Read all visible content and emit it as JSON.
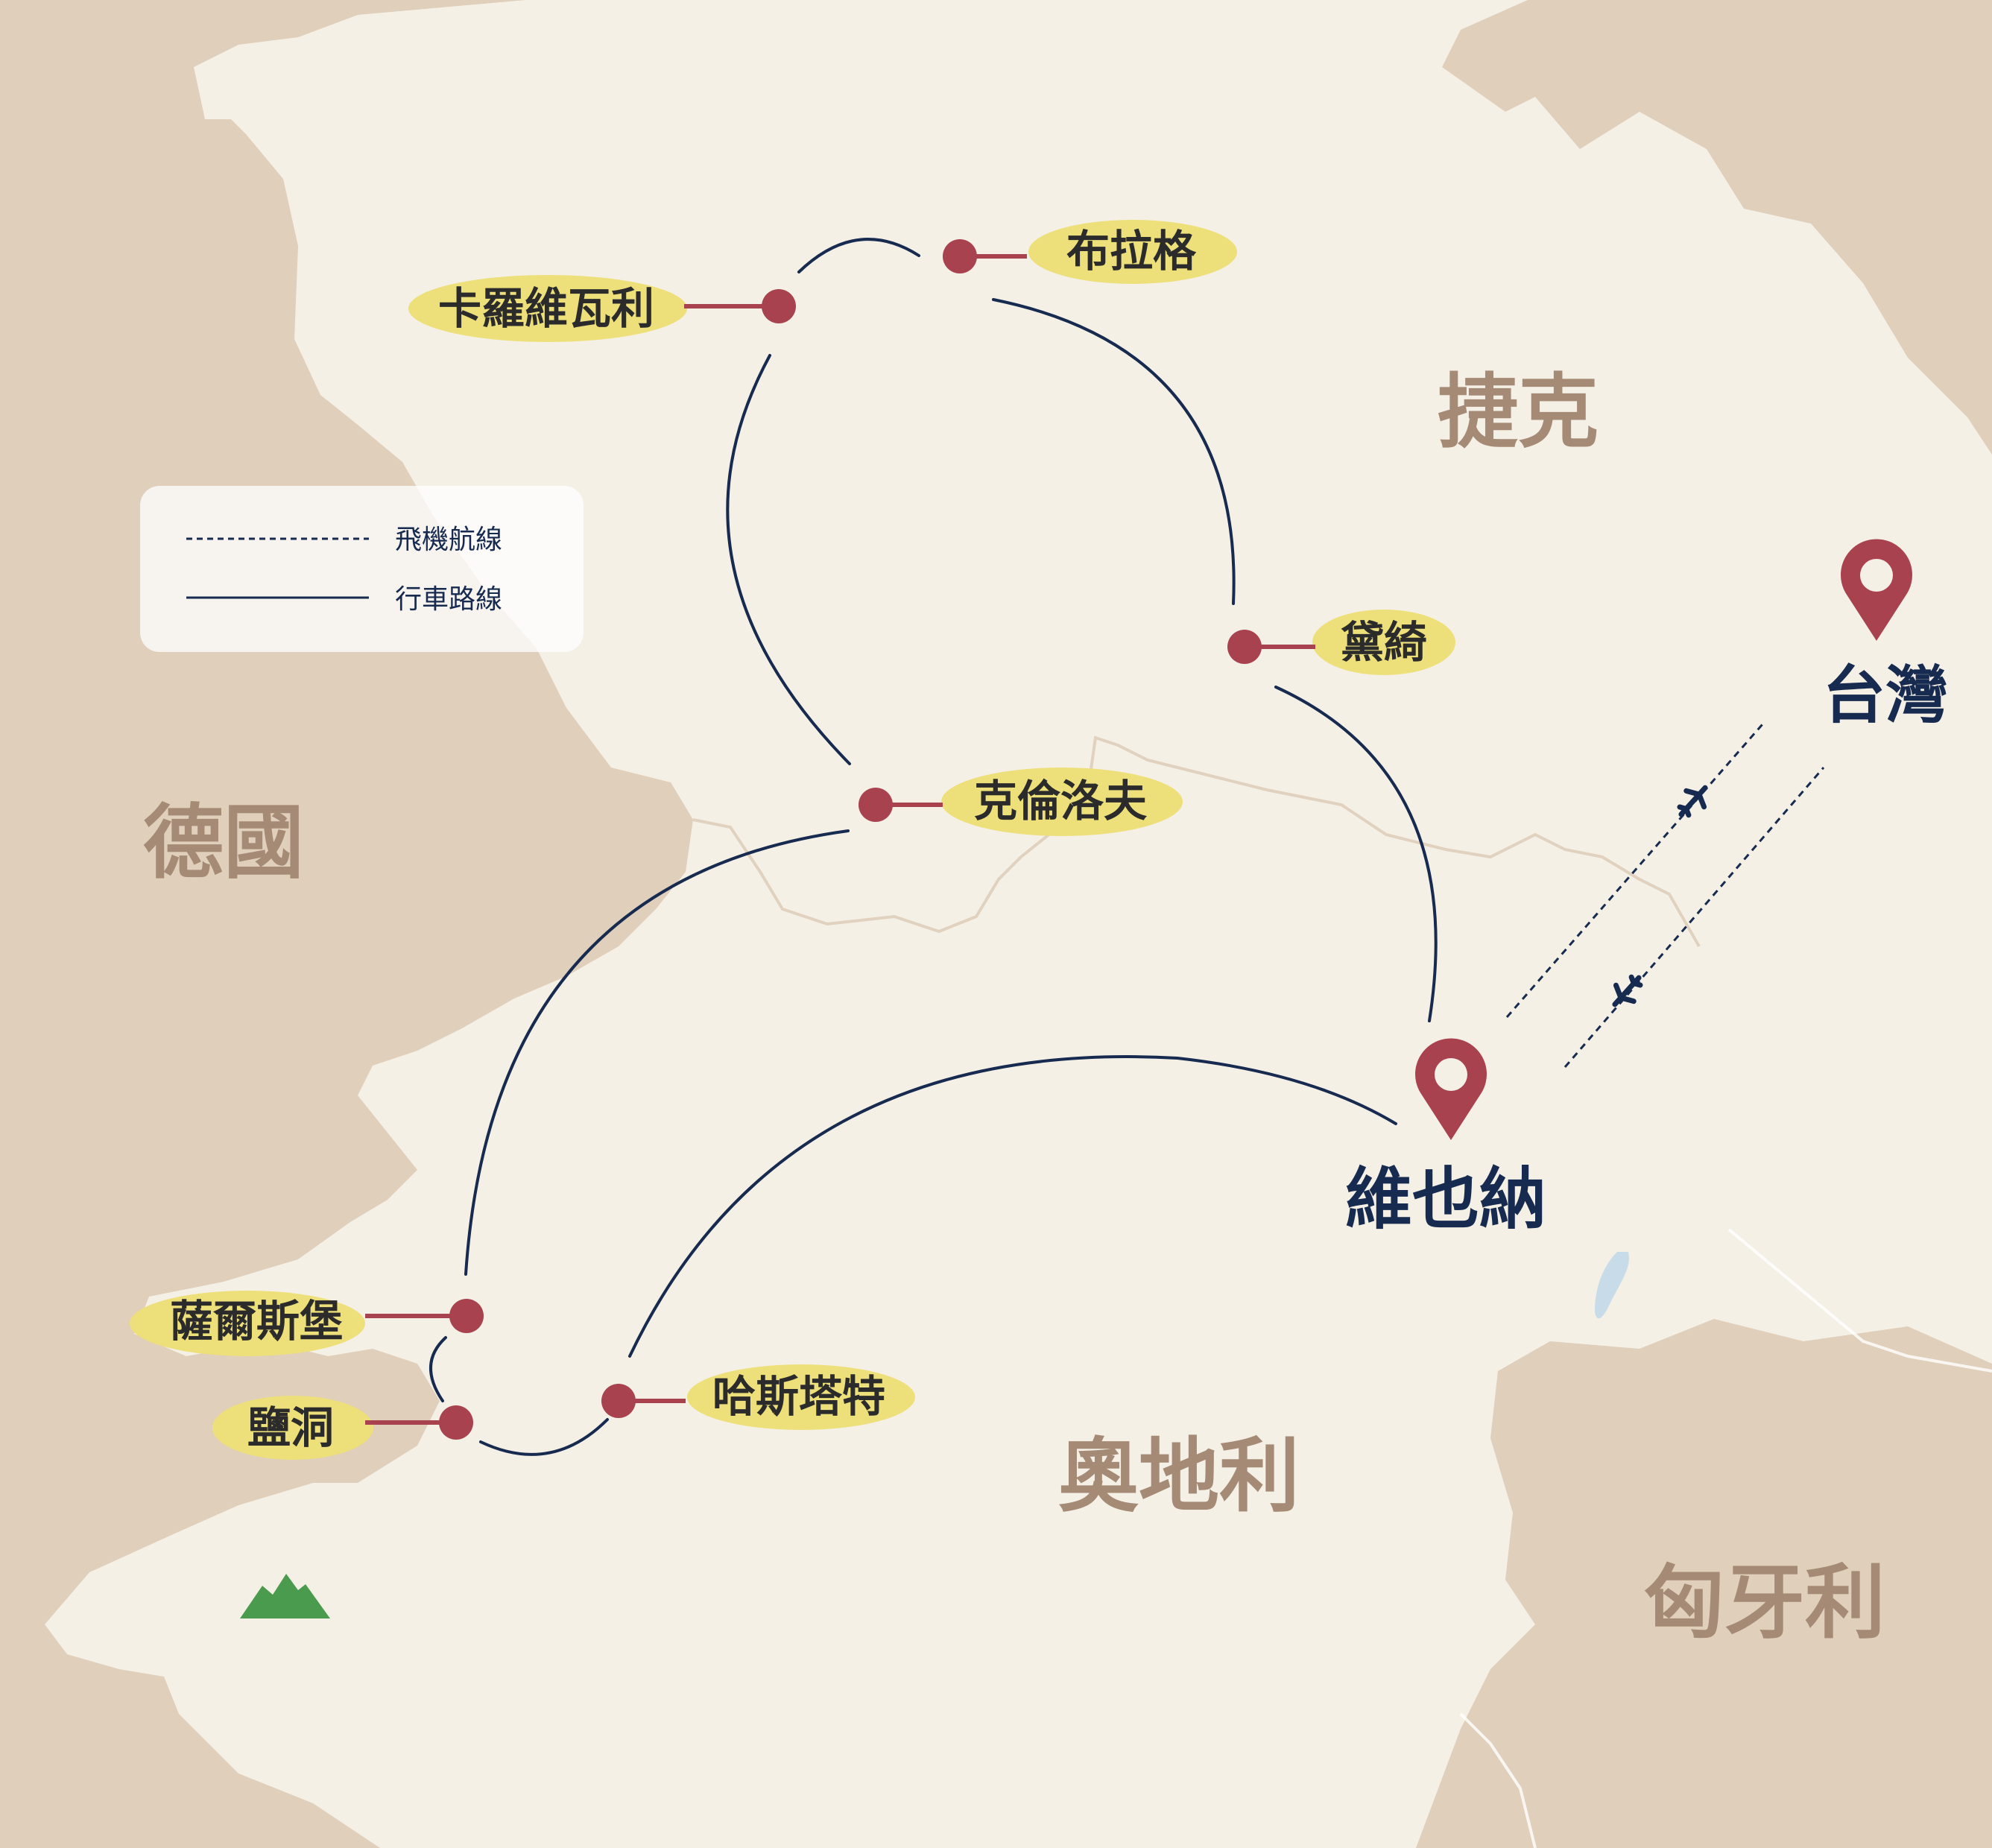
{
  "countries": {
    "czech": "捷克",
    "germany": "德國",
    "austria": "奧地利",
    "hungary": "匈牙利"
  },
  "hubs": {
    "taiwan": "台灣",
    "vienna": "維也納"
  },
  "stops": {
    "prague": "布拉格",
    "karlovy_vary": "卡羅維瓦利",
    "telc": "黛綺",
    "cesky_krumlov": "克倫洛夫",
    "salzburg": "薩爾斯堡",
    "salt_mine": "鹽洞",
    "hallstatt": "哈斯塔特"
  },
  "legend": {
    "flight_route": "飛機航線",
    "driving_route": "行車路線"
  },
  "colors": {
    "background_land": "#dfcfbb",
    "main_land": "#f5f0e6",
    "route_line": "#172a4f",
    "pin": "#a8424f",
    "label_highlight": "#ede07a",
    "country_text": "#a58b76",
    "mountain": "#4b9b4e",
    "lake": "#c7dbe8"
  },
  "icons": {
    "pin": "map-pin-icon",
    "airplane": "airplane-icon",
    "mountain": "mountain-icon"
  }
}
